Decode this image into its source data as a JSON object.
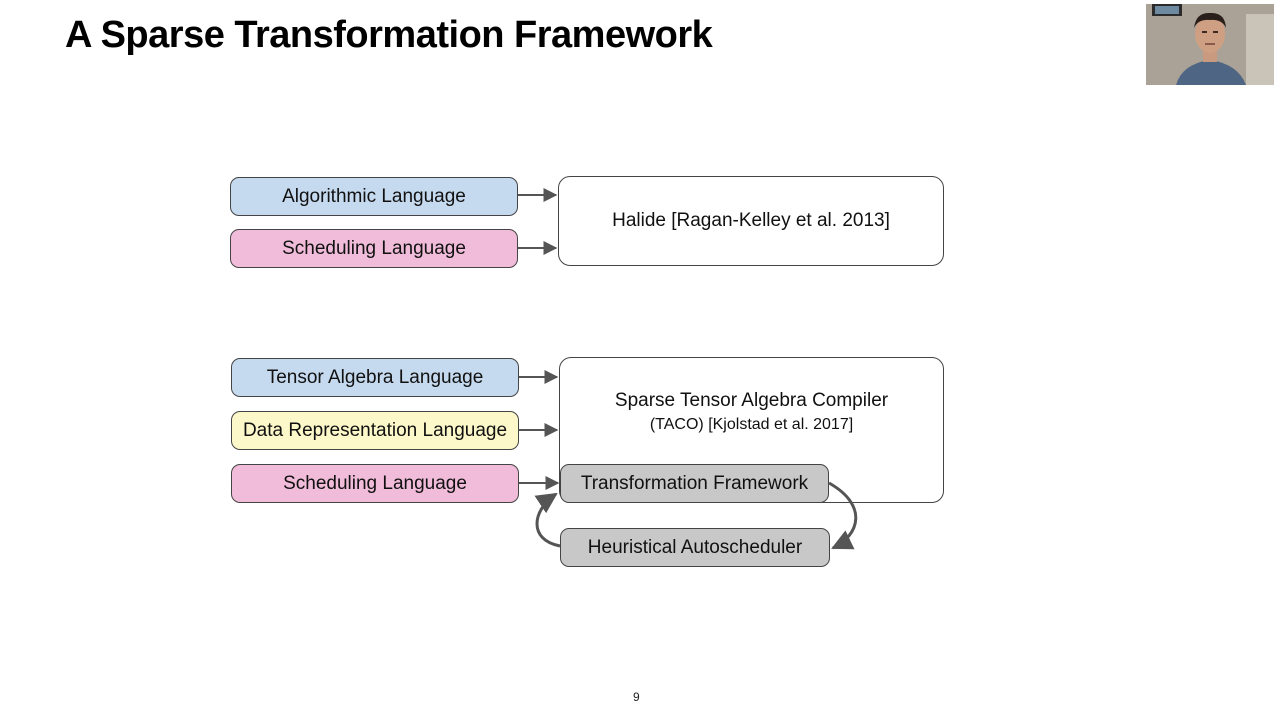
{
  "slide": {
    "title": "A Sparse Transformation Framework",
    "page_number": "9"
  },
  "halide_row": {
    "inputs": [
      "Algorithmic Language",
      "Scheduling Language"
    ],
    "target": "Halide [Ragan-Kelley et al. 2013]"
  },
  "taco_row": {
    "inputs": [
      "Tensor Algebra Language",
      "Data Representation Language",
      "Scheduling Language"
    ],
    "target_title": "Sparse Tensor Algebra Compiler",
    "target_subtitle": "(TACO) [Kjolstad et al. 2017]",
    "framework": "Transformation Framework",
    "autoscheduler": "Heuristical Autoscheduler"
  },
  "colors": {
    "algorithm_box": "#c6daef",
    "scheduling_box": "#f0bcd9",
    "data_representation_box": "#fdf8c9",
    "framework_box": "#c8c8c8",
    "arrow": "#555555"
  },
  "webcam": {
    "icon": "presenter-video-thumbnail"
  }
}
